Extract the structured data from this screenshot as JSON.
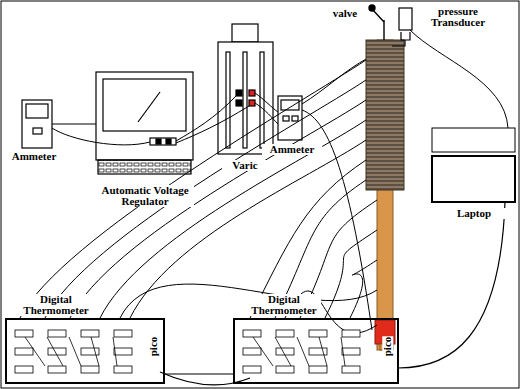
{
  "diagram": {
    "nodes": [
      {
        "text": [
          "Digital Thermometer",
          "pico"
        ]
      },
      {
        "text": [
          "Digital Thermometer",
          "pico"
        ]
      }
    ],
    "edges": [
      {
        "from": 0,
        "to": 1,
        "arrow": "none"
      }
    ],
    "labels": [
      "valve",
      "pressure Transducer",
      "Ammeter",
      "Automatic Voltage Regulator",
      "Varic",
      "Ammeter",
      "Laptop"
    ]
  }
}
